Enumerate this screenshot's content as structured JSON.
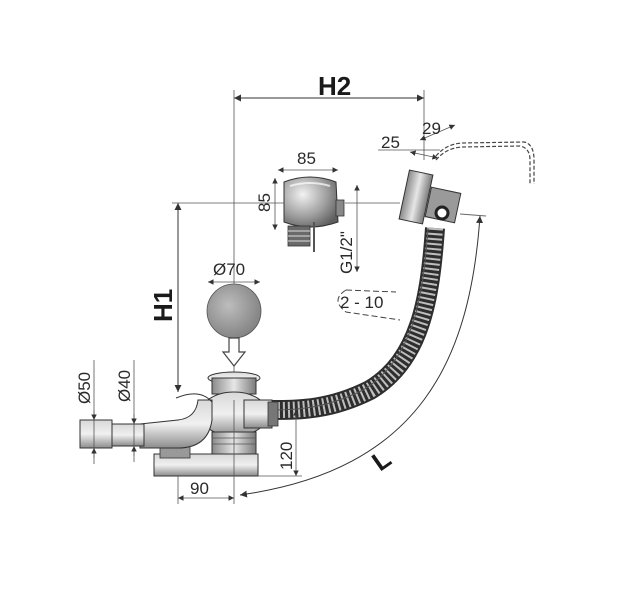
{
  "labels": {
    "h2": "H2",
    "h1": "H1",
    "l": "L",
    "d29": "29",
    "d25": "25",
    "d85w": "85",
    "d85h": "85",
    "g12": "G1/2\"",
    "d70": "Ø70",
    "range": "2 - 10",
    "d50": "Ø50",
    "d40": "Ø40",
    "d120": "120",
    "d90": "90"
  },
  "colors": {
    "metal_dark": "#6e6e6e",
    "metal_mid": "#9a9a9a",
    "metal_light": "#cfcfcf",
    "hose": "#7a7a7a"
  }
}
